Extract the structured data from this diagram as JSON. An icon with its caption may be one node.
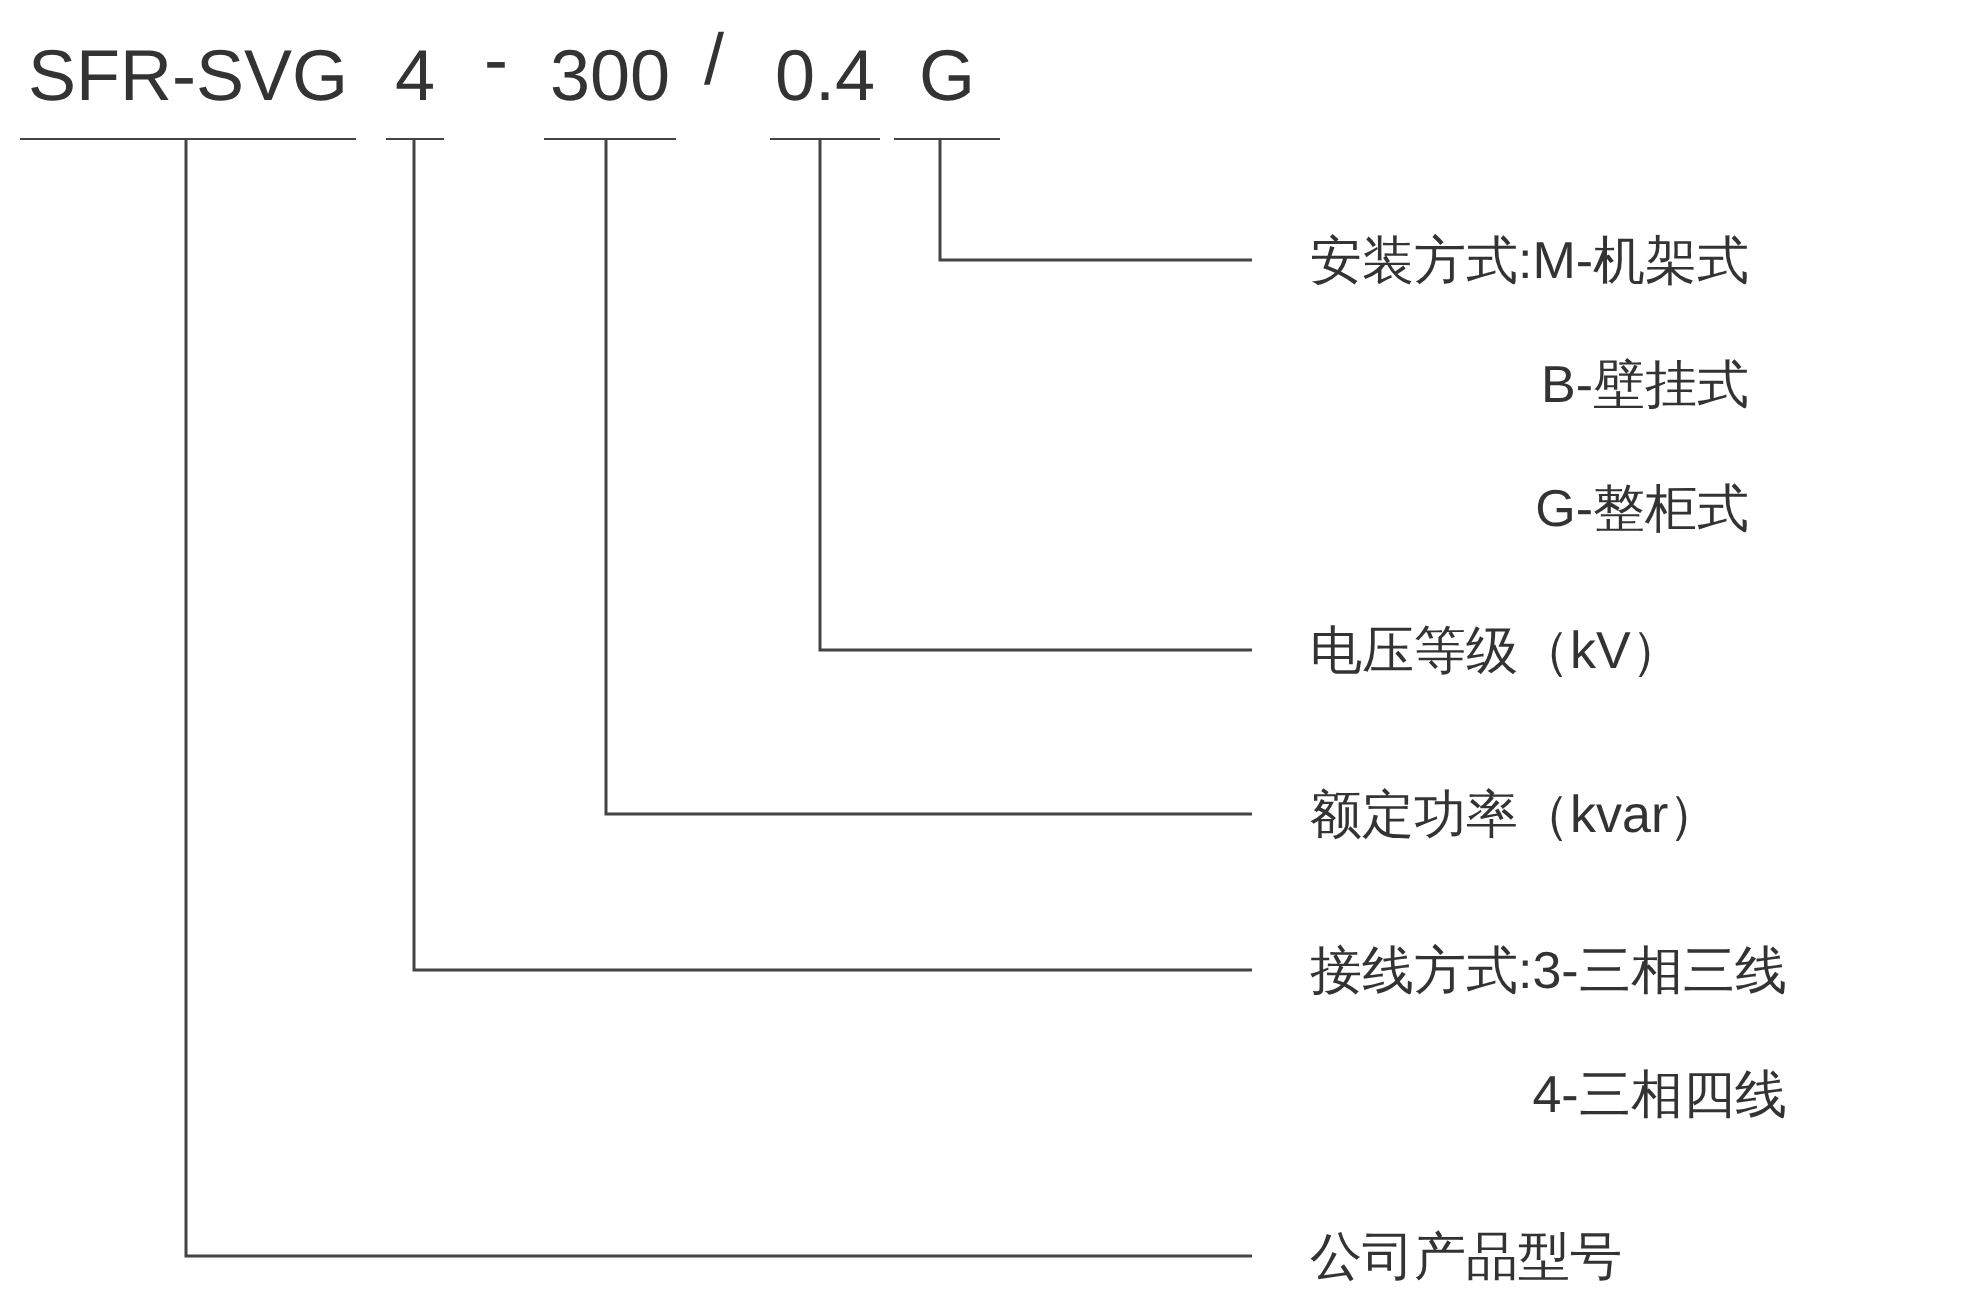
{
  "diagram": {
    "nodes": [
      {
        "text": [
          "SFR-SVG"
        ]
      },
      {
        "text": [
          "4"
        ]
      },
      {
        "text": [
          "300"
        ]
      },
      {
        "text": [
          "0.4"
        ]
      },
      {
        "text": [
          "G"
        ]
      },
      {
        "text": [
          "安装方式:M-机架式",
          "B-壁挂式",
          "G-整柜式"
        ]
      },
      {
        "text": [
          "电压等级（kV）"
        ]
      },
      {
        "text": [
          "额定功率（kvar）"
        ]
      },
      {
        "text": [
          "接线方式:3-三相三线",
          "4-三相四线"
        ]
      },
      {
        "text": [
          "公司产品型号"
        ]
      }
    ],
    "edges": [
      {
        "from": 4,
        "to": 5,
        "arrow": "none"
      },
      {
        "from": 3,
        "to": 6,
        "arrow": "none"
      },
      {
        "from": 2,
        "to": 7,
        "arrow": "none"
      },
      {
        "from": 1,
        "to": 8,
        "arrow": "none"
      },
      {
        "from": 0,
        "to": 9,
        "arrow": "none"
      }
    ],
    "labels": [
      "-",
      "/"
    ]
  }
}
